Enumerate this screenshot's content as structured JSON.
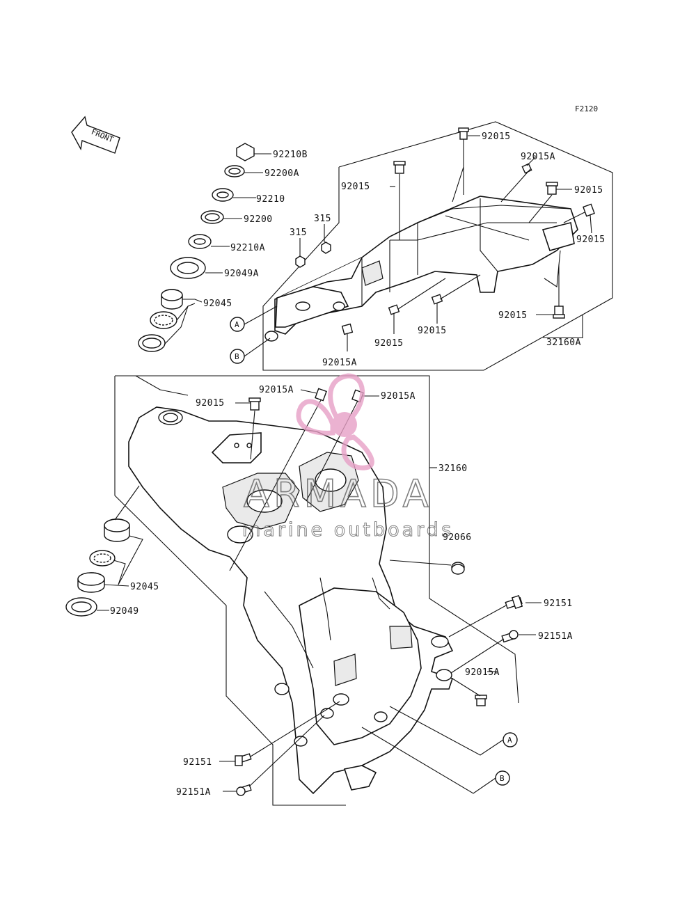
{
  "diagram": {
    "code": "F2120",
    "front_label": "FRONT",
    "watermark": {
      "brand": "ARMADA",
      "tagline": "marine outboards"
    },
    "callouts": {
      "c92210B": "92210B",
      "c92200A": "92200A",
      "c92210": "92210",
      "c92200": "92200",
      "c92210A": "92210A",
      "c92049A": "92049A",
      "c92045_top": "92045",
      "c315_a": "315",
      "c315_b": "315",
      "c92015_t1": "92015",
      "c92015_t2": "92015",
      "c92015A_t1": "92015A",
      "c92015_t3": "92015",
      "c92015_t4": "92015",
      "c92015_t5": "92015",
      "c92015_t6": "92015",
      "c92015_t7": "92015",
      "c92015A_t2": "92015A",
      "c32160A": "32160A",
      "c92015_m1": "92015",
      "c92015A_m1": "92015A",
      "c92015A_m2": "92015A",
      "c32160": "32160",
      "c92066": "92066",
      "c92045_bot": "92045",
      "c92049": "92049",
      "c92151_r": "92151",
      "c92151A_r": "92151A",
      "c92015A_r": "92015A",
      "c92151_l": "92151",
      "c92151A_l": "92151A"
    },
    "refs": {
      "a_top": "A",
      "b_top": "B",
      "a_bot": "A",
      "b_bot": "B"
    }
  }
}
